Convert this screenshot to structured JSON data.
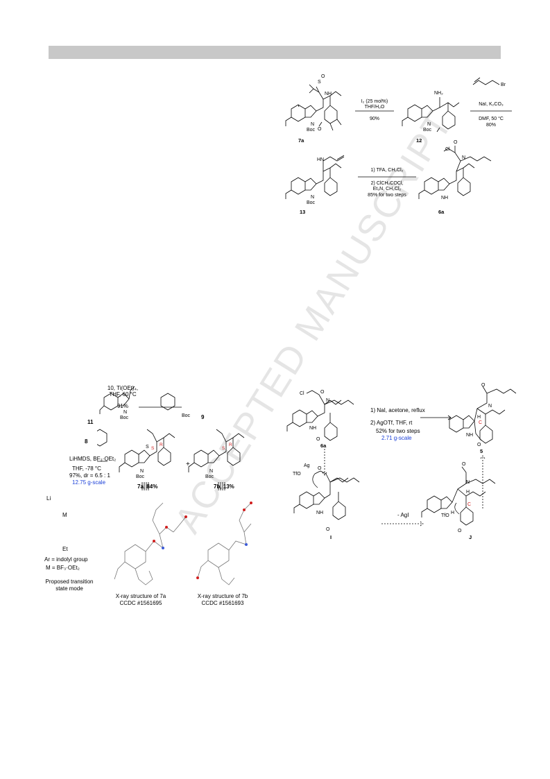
{
  "header_bar_color": "#c8c8c8",
  "watermark": "ACCEPTED MANUSCRIPT",
  "scheme_top": {
    "cmpd_7a": "7a",
    "cmpd_12": "12",
    "cmpd_13": "13",
    "cmpd_6a": "6a",
    "boc": "Boc",
    "nh2": "NH₂",
    "hn": "HN",
    "nh": "NH",
    "n": "N",
    "cl": "Cl",
    "br": "Br",
    "s": "S",
    "o": "O",
    "h": "H",
    "step1_reagent": "I₂ (25 mol%)",
    "step1_solvent": "THF/H₂O",
    "step1_yield": "90%",
    "step2_reagent": "NaI, K₂CO₃",
    "step2_cond": "DMF, 50 °C",
    "step2_yield": "80%",
    "step3_line1": "1) TFA, CH₂Cl₂",
    "step3_line2": "2) ClCH₂COCl,",
    "step3_line3": "Et₃N, CH₂Cl₂",
    "step3_line4": "85% for two steps"
  },
  "scheme_left": {
    "cmpd_11": "11",
    "cmpd_9": "9",
    "cmpd_8": "8",
    "boc": "Boc",
    "step_a_line1": "10, Ti(OEt)₄,",
    "step_a_line2": "THF, 60 °C",
    "step_a_yield": "91%",
    "step_b_line1": "LiHMDS, BF₃·OEt₂",
    "step_b_line2": "THF, -78 °C",
    "step_b_line3": "97%, dr = 6.5 : 1",
    "step_b_line4": "12.75 g-scale",
    "product_7a": "7a, 84%",
    "product_7b": "7b, 13%",
    "stereo_S": "S",
    "stereo_R": "R",
    "ts_ar": "Ar = indolyl group",
    "ts_m": "M = BF₃·OEt₂",
    "ts_title_1": "Proposed transition",
    "ts_title_2": "state mode",
    "ts_li": "Li",
    "ts_m_atom": "M",
    "ts_et": "Et",
    "xray_7a_line1": "X-ray structure of 7a",
    "xray_7a_line2": "CCDC #1561695",
    "xray_7b_line1": "X-ray structure of 7b",
    "xray_7b_line2": "CCDC #1561693"
  },
  "scheme_right": {
    "cmpd_6a": "6a",
    "cmpd_5": "5",
    "cmpd_I": "I",
    "cmpd_J": "J",
    "step_line1": "1) NaI, acetone, reflux",
    "step_line2": "2) AgOTf, THF, rt",
    "step_line3": "52% for two steps",
    "step_line4": "2.71 g-scale",
    "tfo": "TfO",
    "ag": "Ag",
    "agi": "- AgI",
    "cl": "Cl",
    "nh": "NH",
    "n": "N",
    "h": "H",
    "o": "O",
    "c_label": "C"
  }
}
